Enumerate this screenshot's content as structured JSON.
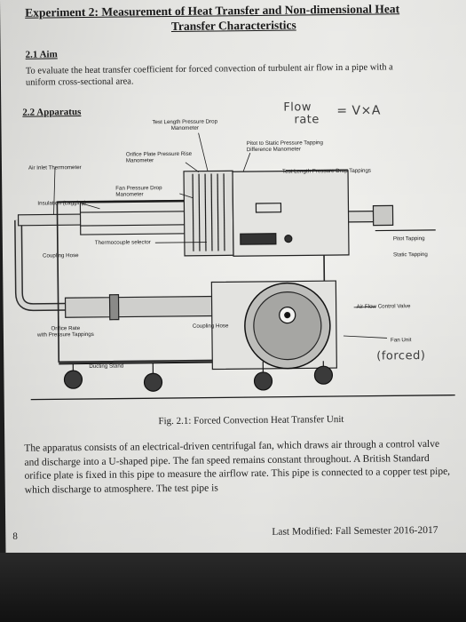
{
  "doc": {
    "title_line1": "Experiment 2: Measurement of Heat Transfer and Non-dimensional Heat",
    "title_line2": "Transfer Characteristics",
    "aim_heading": "2.1 Aim",
    "aim_text": "To evaluate the heat transfer coefficient for forced convection of turbulent air flow in a pipe with a uniform cross-sectional area.",
    "apparatus_heading": "2.2 Apparatus",
    "figure_caption": "Fig. 2.1: Forced Convection Heat Transfer Unit",
    "paragraph": "The apparatus consists of an electrical-driven centrifugal fan, which draws air through a control valve and discharge into a U-shaped pipe. The fan speed remains constant throughout. A British Standard orifice plate is fixed in this pipe to measure the airflow rate. This pipe is connected to a copper test pipe, which discharge to atmosphere. The test pipe is",
    "page_number": "8",
    "footer": "Last Modified: Fall Semester 2016-2017"
  },
  "handwriting": {
    "flow": "Flow",
    "rate": "rate",
    "equation": "= V×A",
    "forced": "(forced)"
  },
  "diagram_labels": {
    "test_length_drop_manometer_1": "Test Length Pressure Drop",
    "test_length_drop_manometer_2": "Manometer",
    "pitot_static_1": "Pitot to Static Pressure Tapping",
    "pitot_static_2": "Difference Manometer",
    "orifice_rise_1": "Orifice Plate Pressure Rise",
    "orifice_rise_2": "Manometer",
    "air_inlet_thermometer": "Air Inlet Thermometer",
    "test_length_tappings": "Test Length Pressure Drop Tappings",
    "fan_pressure_drop_1": "Fan Pressure Drop",
    "fan_pressure_drop_2": "Manometer",
    "insulation": "Insulation (Lagging)",
    "thermocouple_selector": "Thermocouple selector",
    "coupling_hose_left": "Coupling Hose",
    "pitot_tapping": "Pitot Tapping",
    "static_tapping": "Static Tapping",
    "air_flow_valve": "Air Flow Control Valve",
    "orifice_rate_1": "Orifice Rate",
    "orifice_rate_2": "with Pressure Tappings",
    "coupling_hose_mid": "Coupling Hose",
    "fan_unit": "Fan Unit",
    "ducting_stand": "Ducting Stand"
  }
}
